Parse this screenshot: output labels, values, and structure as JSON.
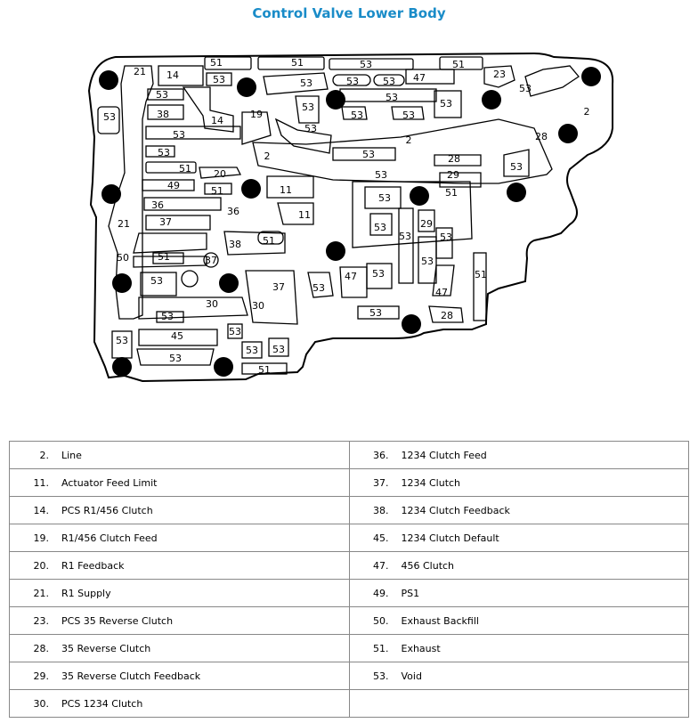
{
  "title": "Control Valve Lower Body",
  "diagram_labels": [
    "21",
    "14",
    "51",
    "51",
    "53",
    "51",
    "53",
    "53",
    "23",
    "53",
    "53",
    "47",
    "53",
    "53",
    "53",
    "38",
    "14",
    "19",
    "53",
    "53",
    "53",
    "53",
    "53",
    "53",
    "2",
    "53",
    "2",
    "2",
    "28",
    "53",
    "53",
    "28",
    "51",
    "29",
    "20",
    "53",
    "53",
    "49",
    "51",
    "51",
    "11",
    "53",
    "36",
    "53",
    "29",
    "11",
    "36",
    "37",
    "21",
    "53",
    "53",
    "38",
    "51",
    "50",
    "51",
    "37",
    "53",
    "53",
    "53",
    "47",
    "37",
    "30",
    "30",
    "47",
    "51",
    "53",
    "53",
    "45",
    "53",
    "53",
    "53",
    "53",
    "53",
    "53",
    "28",
    "51"
  ],
  "legend": [
    {
      "left": {
        "num": "2.",
        "label": "Line"
      },
      "right": {
        "num": "36.",
        "label": "1234 Clutch Feed"
      }
    },
    {
      "left": {
        "num": "11.",
        "label": "Actuator Feed Limit"
      },
      "right": {
        "num": "37.",
        "label": "1234 Clutch"
      }
    },
    {
      "left": {
        "num": "14.",
        "label": "PCS R1/456 Clutch"
      },
      "right": {
        "num": "38.",
        "label": "1234 Clutch Feedback"
      }
    },
    {
      "left": {
        "num": "19.",
        "label": "R1/456 Clutch Feed"
      },
      "right": {
        "num": "45.",
        "label": "1234 Clutch Default"
      }
    },
    {
      "left": {
        "num": "20.",
        "label": "R1 Feedback"
      },
      "right": {
        "num": "47.",
        "label": "456 Clutch"
      }
    },
    {
      "left": {
        "num": "21.",
        "label": "R1 Supply"
      },
      "right": {
        "num": "49.",
        "label": "PS1"
      }
    },
    {
      "left": {
        "num": "23.",
        "label": "PCS 35 Reverse Clutch"
      },
      "right": {
        "num": "50.",
        "label": "Exhaust Backfill"
      }
    },
    {
      "left": {
        "num": "28.",
        "label": "35 Reverse Clutch"
      },
      "right": {
        "num": "51.",
        "label": "Exhaust"
      }
    },
    {
      "left": {
        "num": "29.",
        "label": "35 Reverse Clutch Feedback"
      },
      "right": {
        "num": "53.",
        "label": "Void"
      }
    },
    {
      "left": {
        "num": "30.",
        "label": "PCS 1234 Clutch"
      },
      "right": {
        "num": "",
        "label": ""
      }
    }
  ]
}
